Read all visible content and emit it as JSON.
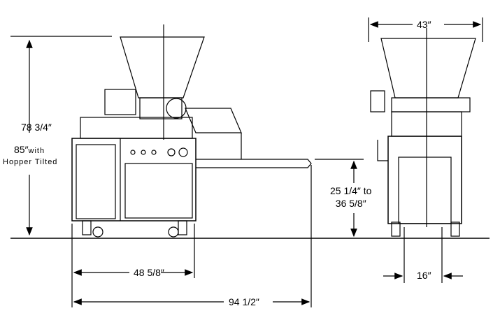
{
  "dimensions": {
    "height": "78 3/4″",
    "height_tilted_value": "85″",
    "height_tilted_with": "with",
    "height_tilted_note": "Hopper Tilted",
    "base_length": "48 5/8″",
    "overall_length": "94 1/2″",
    "conveyor_height_line1": "25 1/4″ to",
    "conveyor_height_line2": "36 5/8″",
    "width": "43″",
    "leg_spacing": "16″"
  }
}
